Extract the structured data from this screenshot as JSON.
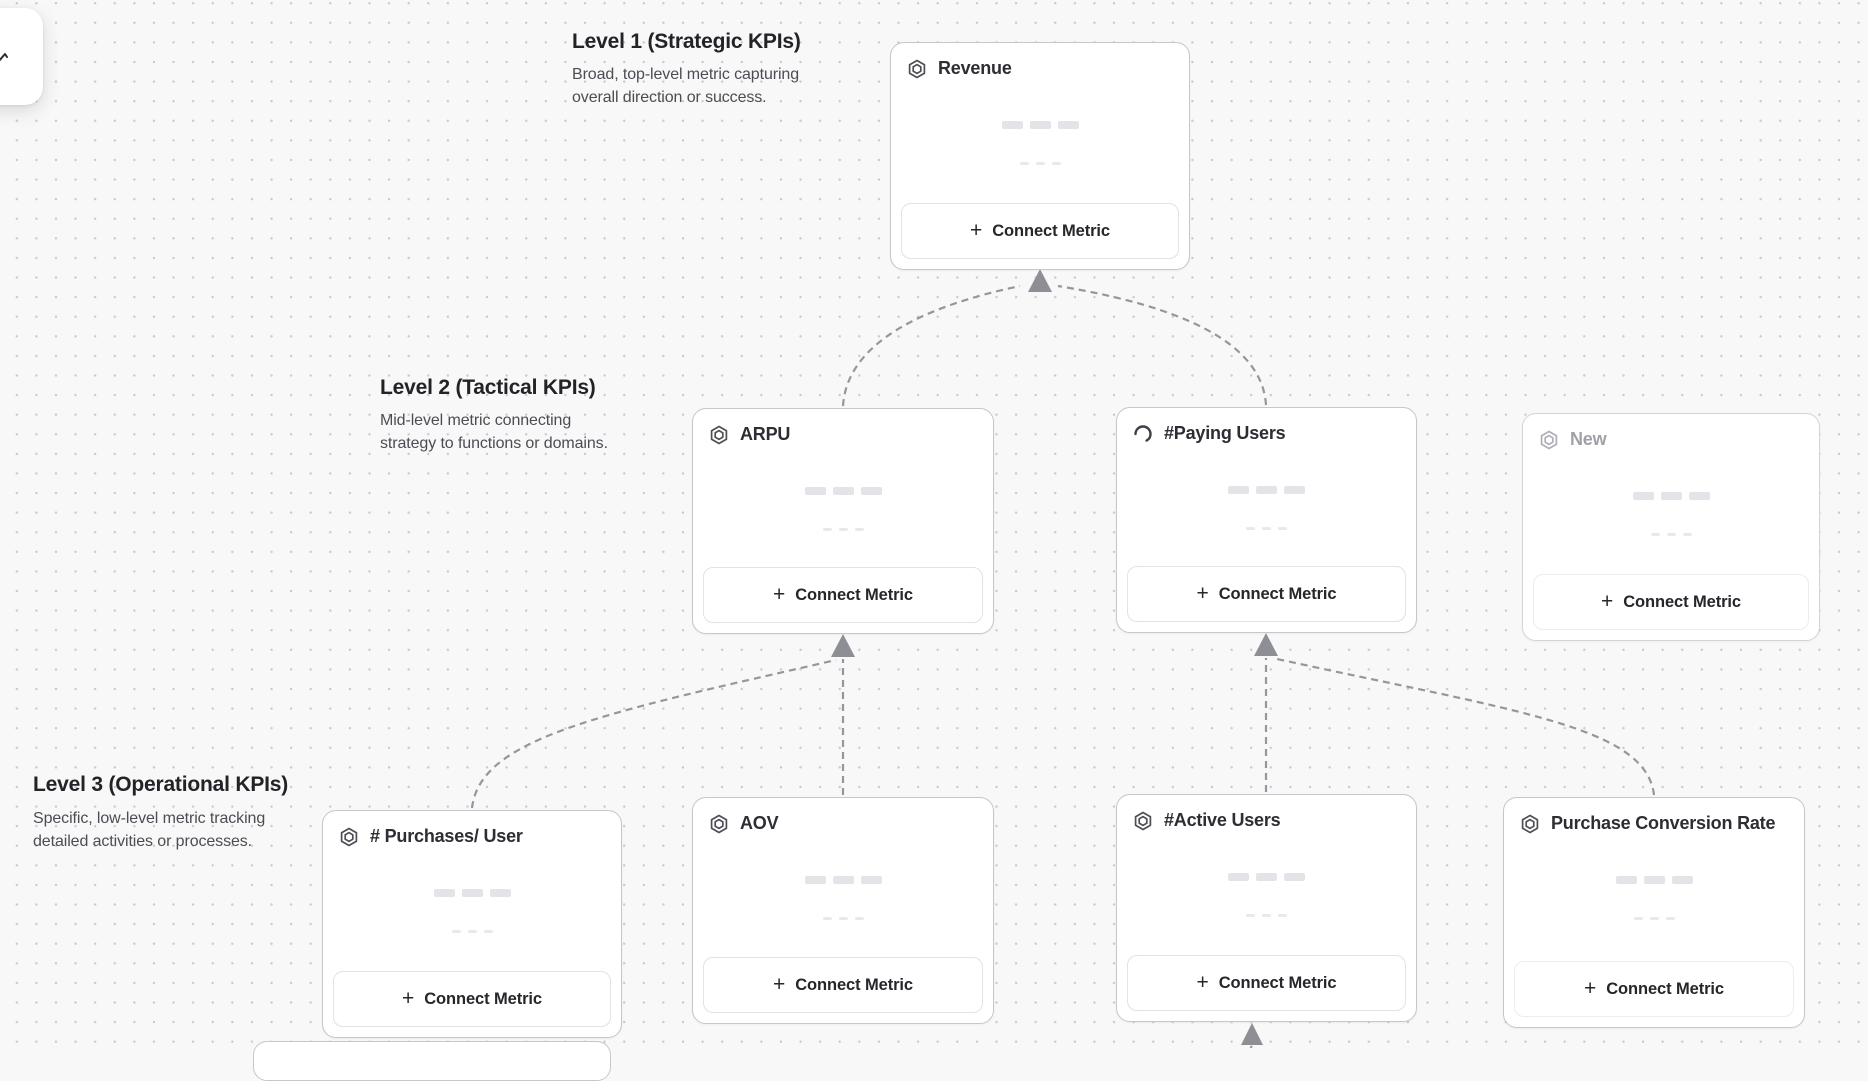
{
  "ui": {
    "plus_glyph": "+",
    "connect_button_label": "Connect Metric"
  },
  "toolbar_fragment": {
    "icon": "cursor-stroke-icon"
  },
  "levels": [
    {
      "title": "Level 1 (Strategic KPIs)",
      "description": "Broad, top-level metric capturing overall direction or success."
    },
    {
      "title": "Level 2 (Tactical KPIs)",
      "description": "Mid-level metric connecting strategy to functions or domains."
    },
    {
      "title": "Level 3 (Operational KPIs)",
      "description": "Specific, low-level metric tracking detailed activities or processes."
    }
  ],
  "cards": [
    {
      "title": "Revenue",
      "icon": "hexagon-metric-icon",
      "state": "default",
      "button_label": "Connect Metric"
    },
    {
      "title": "ARPU",
      "icon": "hexagon-metric-icon",
      "state": "default",
      "button_label": "Connect Metric"
    },
    {
      "title": "#Paying Users",
      "icon": "spinner-icon",
      "state": "loading",
      "button_label": "Connect Metric"
    },
    {
      "title": "New",
      "icon": "hexagon-metric-icon",
      "state": "placeholder",
      "button_label": "Connect Metric"
    },
    {
      "title": "# Purchases/ User",
      "icon": "hexagon-metric-icon",
      "state": "default",
      "button_label": "Connect Metric"
    },
    {
      "title": "AOV",
      "icon": "hexagon-metric-icon",
      "state": "default",
      "button_label": "Connect Metric"
    },
    {
      "title": "#Active Users",
      "icon": "hexagon-metric-icon",
      "state": "default",
      "button_label": "Connect Metric"
    },
    {
      "title": "Purchase Conversion Rate",
      "icon": "hexagon-metric-icon",
      "state": "default",
      "button_label": "Connect Metric"
    }
  ],
  "colors": {
    "canvas_background": "#f8f8f9",
    "dot_grid": "#c9c9ce",
    "card_border": "#c6c6cc",
    "connector": "#96969c",
    "arrowhead": "#8e8e95",
    "title_text": "#2d2d33",
    "placeholder_text": "#a0a0a8"
  }
}
